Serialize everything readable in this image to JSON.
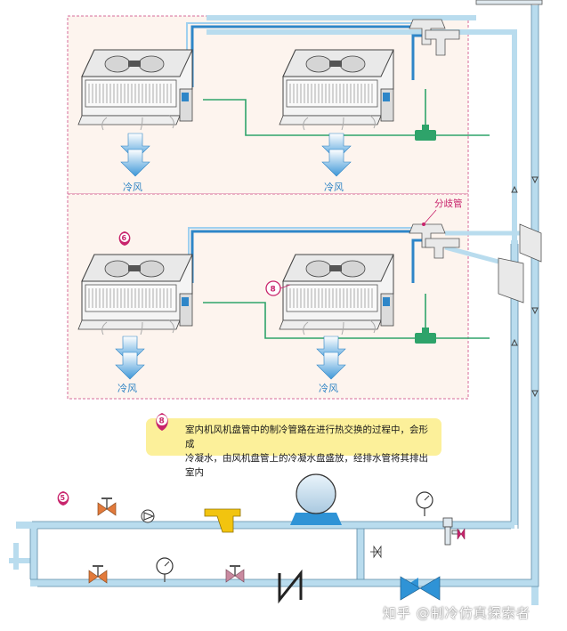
{
  "labels": {
    "cold_air_1": "冷风",
    "cold_air_2": "冷风",
    "cold_air_3": "冷风",
    "cold_air_4": "冷风",
    "manifold": "分歧管",
    "marker_6": "6",
    "marker_8_unit": "8",
    "marker_8_note": "8",
    "marker_5": "5"
  },
  "note": {
    "line1": "室内机风机盘管中的制冷管路在进行热交换的过程中，会形成",
    "line2": "冷凝水，由风机盘管上的冷凝水盘盛放，经排水管将其排出室内"
  },
  "watermark": "知乎 @制冷仿真探索者",
  "colors": {
    "refrigerant_pipe": "#2e86c8",
    "drain_pipe": "#2ea36a",
    "frame_pipe": "#b9dcee",
    "cold_air": "#4aa3df",
    "valve_orange": "#e27a3b",
    "valve_pink": "#c98aa0",
    "pump": "#2f93d6",
    "filter": "#f2c40f",
    "marker": "#c8246c",
    "zone_border": "#d66b9a",
    "zone_fill": "#fdf4ee"
  },
  "icons": [
    "fan-coil-unit",
    "gate-valve",
    "check-valve",
    "y-filter",
    "water-pump",
    "pressure-gauge",
    "ball-valve",
    "flexible-joint",
    "manifold-fitting",
    "tee-fitting"
  ]
}
